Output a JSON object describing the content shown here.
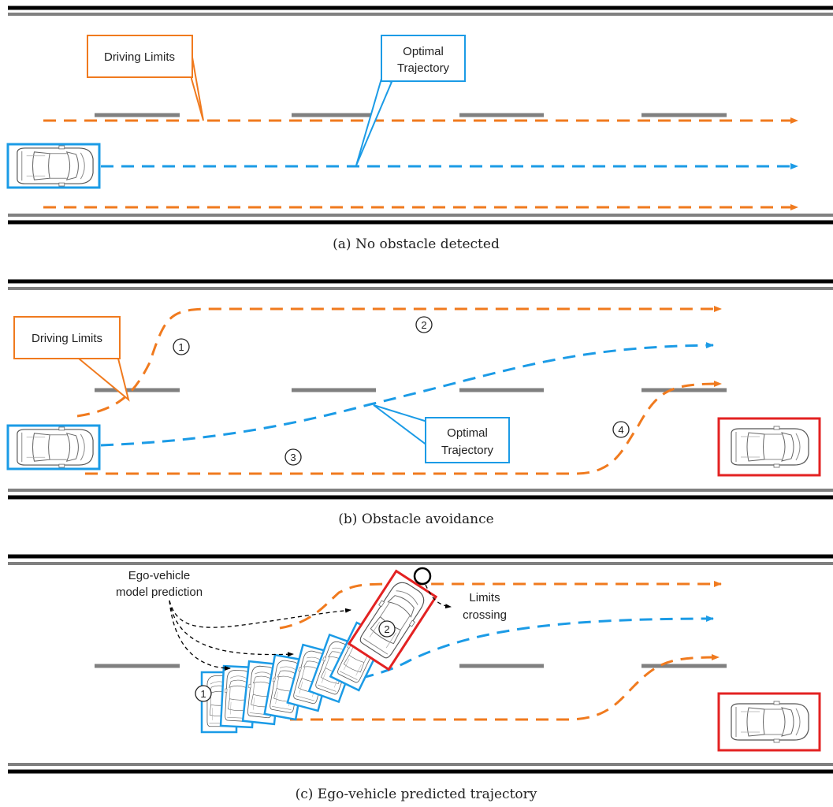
{
  "colors": {
    "limits": "#F07A1E",
    "trajectory": "#1B9BE6",
    "obstacle": "#E32222",
    "road_edge": "#000000",
    "road_line": "#808080",
    "callout_limits": "#F07A1E",
    "callout_traj": "#1B9BE6"
  },
  "panel_a": {
    "caption": "(a) No obstacle detected",
    "callout_limits": "Driving Limits",
    "callout_traj_line1": "Optimal",
    "callout_traj_line2": "Trajectory"
  },
  "panel_b": {
    "caption": "(b) Obstacle avoidance",
    "callout_limits": "Driving Limits",
    "callout_traj_line1": "Optimal",
    "callout_traj_line2": "Trajectory",
    "markers": [
      "1",
      "2",
      "3",
      "4"
    ]
  },
  "panel_c": {
    "caption": "(c) Ego-vehicle predicted trajectory",
    "label_pred_line1": "Ego-vehicle",
    "label_pred_line2": "model prediction",
    "label_cross_line1": "Limits",
    "label_cross_line2": "crossing",
    "markers": [
      "1",
      "2"
    ]
  },
  "icons": {
    "ego": "car-top-view-icon",
    "obstacle": "car-top-view-icon"
  }
}
